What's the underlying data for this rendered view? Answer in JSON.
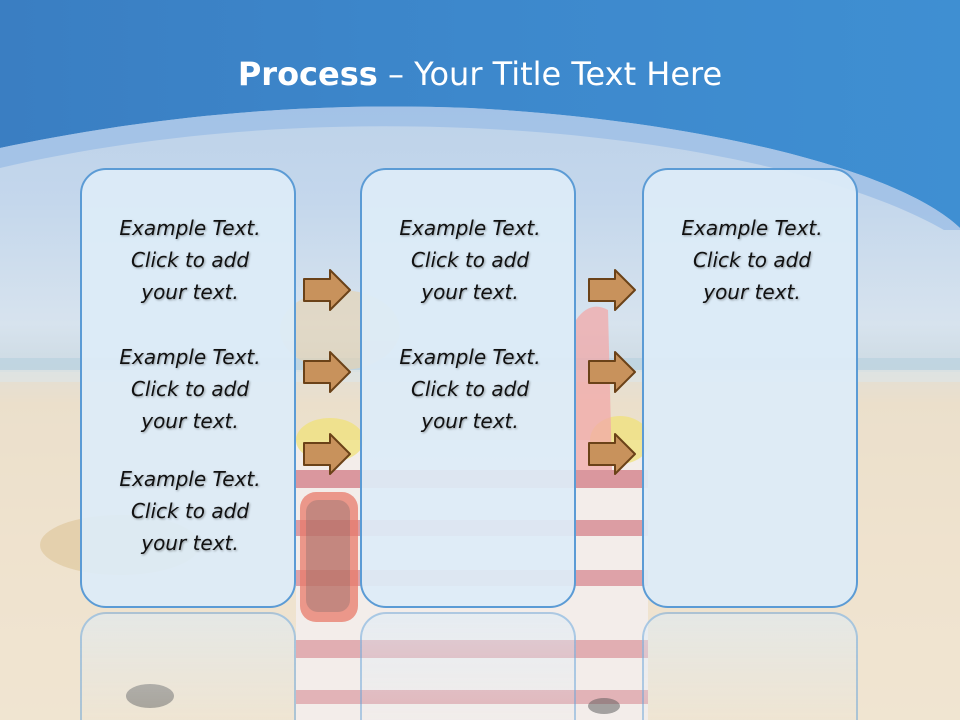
{
  "title": {
    "main": "Process",
    "sub": " – Your Title Text Here"
  },
  "colors": {
    "header": "#3a86c8",
    "box_border": "#5b9bd5",
    "box_fill": "#ddecf8",
    "arrow": "#c8925c",
    "arrow_border": "#6b4218"
  },
  "boxes": [
    {
      "items": [
        {
          "line1": "Example Text.",
          "line2": "Click  to add",
          "line3": "your text."
        },
        {
          "line1": "Example Text.",
          "line2": "Click  to add",
          "line3": "your text."
        },
        {
          "line1": "Example Text.",
          "line2": "Click  to add",
          "line3": "your text."
        }
      ]
    },
    {
      "items": [
        {
          "line1": "Example Text.",
          "line2": "Click  to add",
          "line3": "your text."
        },
        {
          "line1": "Example Text.",
          "line2": "Click  to add",
          "line3": "your text."
        }
      ]
    },
    {
      "items": [
        {
          "line1": "Example Text.",
          "line2": "Click  to add",
          "line3": "your text."
        }
      ]
    }
  ]
}
